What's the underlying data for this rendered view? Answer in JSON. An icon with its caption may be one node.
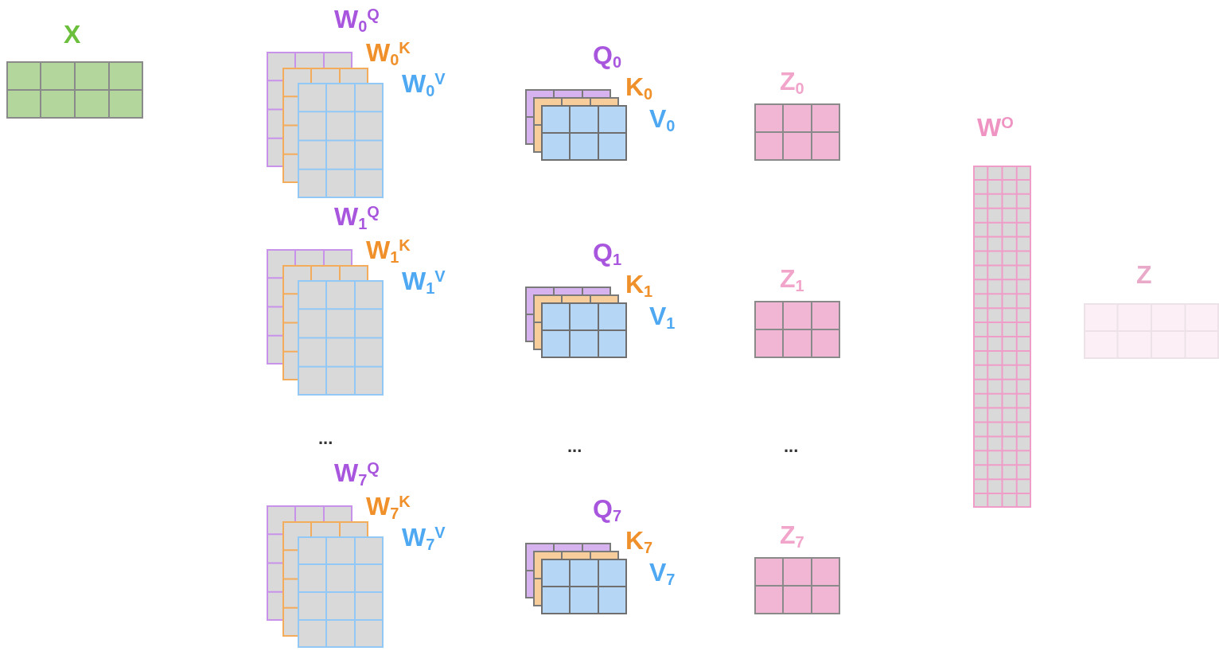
{
  "diagram": {
    "nodes": [
      {
        "text": [
          "X"
        ]
      },
      {
        "text": [
          "W$_{0}$$^{Q}$",
          "W$_{0}$$^{K}$",
          "W$_{0}$$^{V}$"
        ]
      },
      {
        "text": [
          "Q$_{0}$",
          "K$_{0}$",
          "V$_{0}$"
        ]
      },
      {
        "text": [
          "Z$_{0}$"
        ]
      },
      {
        "text": [
          "W$_{1}$$^{Q}$",
          "W$_{1}$$^{K}$",
          "W$_{1}$$^{V}$"
        ]
      },
      {
        "text": [
          "Q$_{1}$",
          "K$_{1}$",
          "V$_{1}$"
        ]
      },
      {
        "text": [
          "Z$_{1}$"
        ]
      },
      {
        "text": [
          "W$_{7}$$^{Q}$",
          "W$_{7}$$^{K}$",
          "W$_{7}$$^{V}$"
        ]
      },
      {
        "text": [
          "Q$_{7}$",
          "K$_{7}$",
          "V$_{7}$"
        ]
      },
      {
        "text": [
          "Z$_{7}$"
        ]
      },
      {
        "text": [
          "W$^{O}$"
        ]
      },
      {
        "text": [
          "Z"
        ]
      }
    ],
    "labels": [
      "...",
      "...",
      "..."
    ]
  }
}
